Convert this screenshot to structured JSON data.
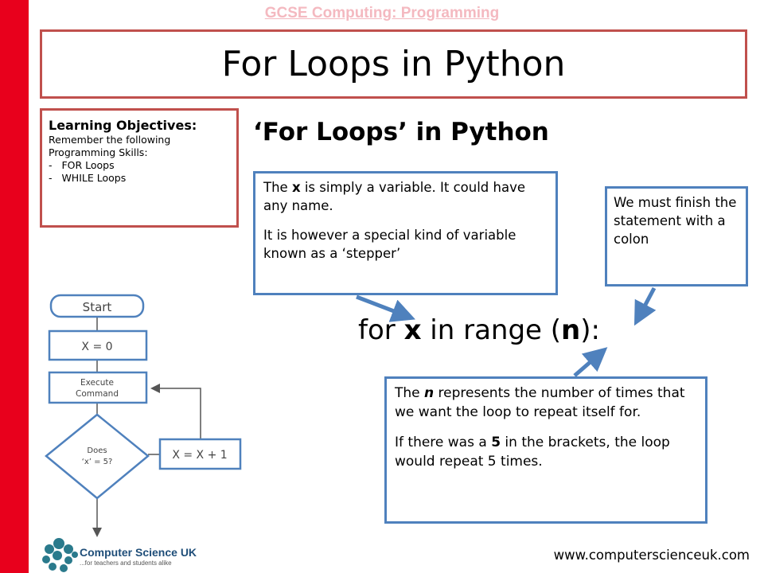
{
  "header": {
    "link_text": "GCSE Computing: Programming"
  },
  "title": "For Loops in Python",
  "objectives": {
    "heading": "Learning Objectives:",
    "intro_1": "Remember the following",
    "intro_2": "Programming Skills:",
    "items": [
      "FOR Loops",
      "WHILE Loops"
    ]
  },
  "section_title": "‘For Loops’ in Python",
  "callout_variable": {
    "line1_pre": "The ",
    "line1_bold": "x",
    "line1_post": " is simply a variable. It could have any name.",
    "line2": "It is however a special kind of variable known as a ‘stepper’"
  },
  "callout_colon": {
    "text": "We must finish the statement with a colon"
  },
  "callout_n": {
    "line1_pre": "The ",
    "line1_bold": "n",
    "line1_post": " represents the number of times that we want the loop to repeat itself for.",
    "line2_pre": "If there was a ",
    "line2_bold": "5",
    "line2_post": " in the brackets, the loop would repeat 5 times."
  },
  "code": {
    "kw_for": "for ",
    "var": "x",
    "mid": " in range (",
    "arg": "n",
    "end": "):"
  },
  "flowchart": {
    "start": "Start",
    "init": "X = 0",
    "execute_line1": "Execute",
    "execute_line2": "Command",
    "decision_line1": "Does",
    "decision_line2": "‘x’ = 5?",
    "increment": "X = X + 1"
  },
  "footer": {
    "logo_title": "Computer Science UK",
    "logo_sub": "...for teachers and students alike",
    "website": "www.computerscienceuk.com"
  },
  "colors": {
    "accent_red": "#e8001c",
    "box_border_red": "#c0504d",
    "callout_blue": "#4f81bd"
  }
}
